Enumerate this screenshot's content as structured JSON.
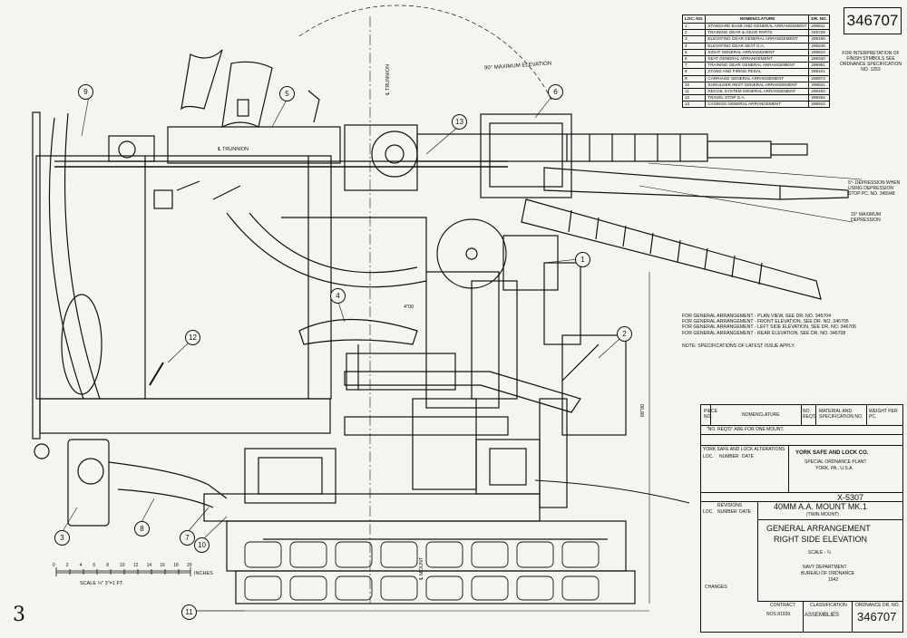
{
  "drawing_number": "346707",
  "location_table": {
    "headers": [
      "LOC. NO.",
      "NOMENCLATURE",
      "DR. NO."
    ],
    "rows": [
      [
        "1",
        "STANDARD BASE AND GENERAL ARRANGEMENT",
        "299811"
      ],
      [
        "2",
        "TRAINING GEAR & GEAR PARTS",
        "345728"
      ],
      [
        "3",
        "ELEVATING GEAR GENERAL ARRANGEMENT",
        "299185"
      ],
      [
        "4",
        "ELEVATING GEAR SEAT G.A.",
        "299348"
      ],
      [
        "5",
        "SIGHT GENERAL ARRANGEMENT",
        "298810"
      ],
      [
        "6",
        "SEAT GENERAL ARRANGEMENT",
        "299340"
      ],
      [
        "7",
        "TRAINING GEAR GENERAL ARRANGEMENT",
        "299981"
      ],
      [
        "8",
        "STAND AND FIRING PEDAL",
        "298101"
      ],
      [
        "9",
        "CARRIAGE GENERAL ARRANGEMENT",
        "298973"
      ],
      [
        "10",
        "SHOULDER REST GENERAL ARRANGEMENT",
        "299831"
      ],
      [
        "11",
        "RECOIL SYSTEM GENERAL ARRANGEMENT",
        "299400"
      ],
      [
        "12",
        "TRAVEL STOP G.A.",
        "299284"
      ],
      [
        "13",
        "CASINGS GENERAL ARRANGEMENT",
        "298910"
      ]
    ]
  },
  "interpretation_note": "FOR INTERPRETATION OF FINISH SYMBOLS SEE ORDNANCE SPECIFICATION NO. 1253",
  "annotations": {
    "max_elevation": "90° MAXIMUM ELEVATION",
    "depression_stop": "5°- DEPRESSION WHEN USING DEPRESSION STOP PC. NO. 345948",
    "max_depression": "15° MAXIMUM DEPRESSION",
    "trunnion_1": "℄ TRUNNION",
    "trunnion_2": "℄ TRUNNION",
    "mount": "℄ MOUNT",
    "dim_4": "4\"00",
    "dim_vertical": "68\"00"
  },
  "reference_notes": [
    "FOR GENERAL ARRANGEMENT - PLAN VIEW, SEE DR. NO. 346704",
    "FOR GENERAL ARRANGEMENT - FRONT ELEVATION, SEE DR. NO. 346705",
    "FOR GENERAL ARRANGEMENT - LEFT SIDE ELEVATION, SEE DR. NO. 346706",
    "FOR GENERAL ARRANGEMENT - REAR ELEVATION, SEE DR. NO. 346708"
  ],
  "spec_note": "NOTE: SPECIFICATIONS OF LATEST ISSUE APPLY.",
  "balloons": [
    "1",
    "2",
    "3",
    "4",
    "5",
    "6",
    "7",
    "8",
    "9",
    "10",
    "11",
    "12",
    "13"
  ],
  "scale_bar": {
    "ticks": [
      "0",
      "2",
      "4",
      "6",
      "8",
      "10",
      "12",
      "14",
      "16",
      "18",
      "20"
    ],
    "units": "INCHES",
    "caption": "SCALE ¼\" 3\"=1 FT."
  },
  "title_block": {
    "header_piece": "PIECE NO.",
    "header_nomenclature": "NOMENCLATURE",
    "header_req": "NO. REQ'D",
    "header_material": "MATERIAL AND SPECIFICATION NO.",
    "header_weight": "WEIGHT PER PC.",
    "note_req": "\"NO. REQ'D\" ARE FOR ONE MOUNT.",
    "company": "YORK SAFE AND LOCK CO.",
    "plant": "SPECIAL ORDNANCE PLANT",
    "city": "YORK, PA., U.S.A.",
    "alterations": "YORK SAFE AND LOCK ALTERATIONS",
    "alt_cols": [
      "LOC.",
      "NUMBER",
      "DATE"
    ],
    "x_number": "X-5307",
    "revisions": "REVISIONS",
    "rev_cols": [
      "LOC.",
      "NUMBER",
      "DATE"
    ],
    "title_1": "40MM A.A. MOUNT MK.1",
    "title_2": "(TWIN MOUNT)",
    "title_3": "GENERAL ARRANGEMENT",
    "title_4": "RIGHT SIDE ELEVATION",
    "scale": "SCALE - ¼",
    "navy": "NAVY DEPARTMENT",
    "bureau": "BUREAU OF ORDNANCE",
    "date": "1942",
    "changes": "CHANGES",
    "contract": "CONTRACT",
    "contract_no": "NOS 81939",
    "classification": "CLASSIFICATION",
    "assemblies": "ASSEMBLIES",
    "ordnance_dr_no": "ORDNANCE DR. NO.",
    "drawing_number_bottom": "346707"
  },
  "corner_mark": "3"
}
